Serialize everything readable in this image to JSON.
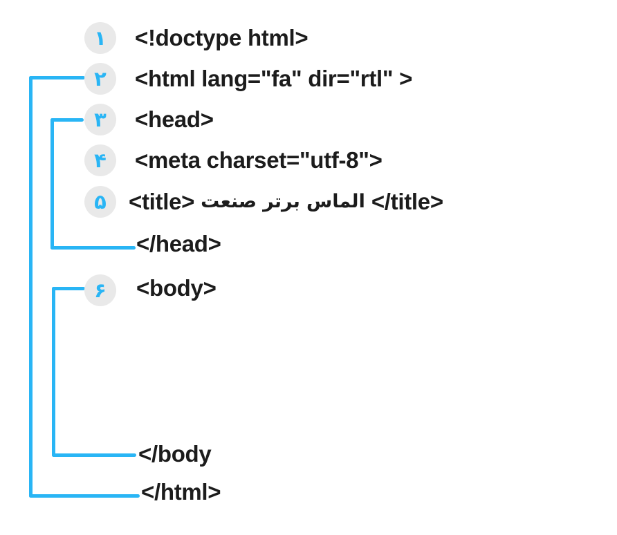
{
  "diagram": {
    "description": "Annotated HTML boilerplate code structure with Persian line numbers and scope brackets",
    "colors": {
      "accent_blue": "#29b5f5",
      "circle_gray": "#e9e9e9",
      "text_black": "#1c1c1c",
      "background": "#ffffff"
    },
    "lines": [
      {
        "num": "۱",
        "code": "<!doctype html>"
      },
      {
        "num": "۲",
        "code": "<html lang=\"fa\" dir=\"rtl\" >"
      },
      {
        "num": "۳",
        "code": "<head>"
      },
      {
        "num": "۴",
        "code": "<meta charset=\"utf-8\">"
      },
      {
        "num": "۵",
        "open": "<title>",
        "words_visual": [
          "صنعت",
          "برتر",
          "الماس"
        ],
        "close": "</title>"
      },
      {
        "code": "</head>"
      },
      {
        "num": "۶",
        "code": "<body>"
      },
      {
        "code": "</body"
      },
      {
        "code": "</html>"
      }
    ],
    "brackets": [
      {
        "name": "html-scope",
        "pairs": "line 2 <html> with </html>"
      },
      {
        "name": "head-scope",
        "pairs": "line 3 <head> with </head>"
      },
      {
        "name": "body-scope",
        "pairs": "line 6 <body> with </body"
      }
    ]
  }
}
